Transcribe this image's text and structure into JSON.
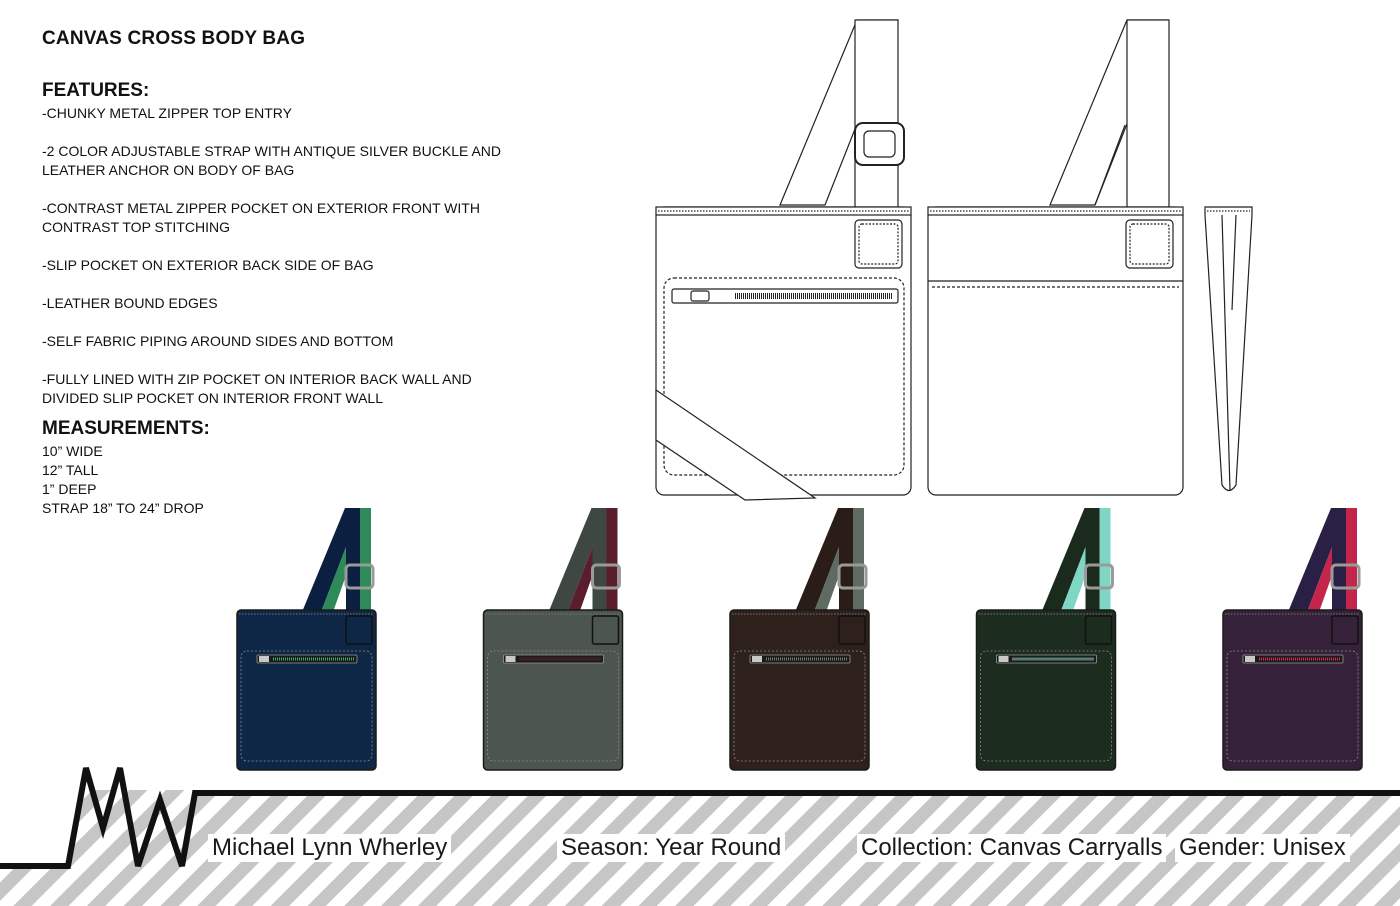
{
  "title": "CANVAS CROSS BODY BAG",
  "features": {
    "heading": "FEATURES:",
    "items": [
      "-CHUNKY METAL ZIPPER TOP ENTRY",
      "-2 COLOR ADJUSTABLE STRAP WITH ANTIQUE SILVER BUCKLE AND LEATHER ANCHOR ON BODY OF BAG",
      "-CONTRAST METAL ZIPPER POCKET ON EXTERIOR FRONT WITH CONTRAST TOP STITCHING",
      "-SLIP POCKET ON EXTERIOR BACK SIDE OF BAG",
      "-LEATHER BOUND EDGES",
      "-SELF FABRIC PIPING AROUND SIDES AND BOTTOM",
      "-FULLY LINED WITH ZIP POCKET ON INTERIOR BACK WALL AND DIVIDED SLIP POCKET ON INTERIOR FRONT WALL"
    ]
  },
  "measurements": {
    "heading": "MEASUREMENTS:",
    "items": [
      "10” WIDE",
      "12” TALL",
      "1” DEEP",
      "STRAP 18” TO 24” DROP"
    ]
  },
  "colorways": [
    {
      "body": "#0f2746",
      "strap_a": "#0b2040",
      "strap_b": "#2e8a58",
      "accent": "#3aa86c"
    },
    {
      "body": "#4d554f",
      "strap_a": "#3f4742",
      "strap_b": "#5a1d2c",
      "accent": "#6a2232"
    },
    {
      "body": "#2e211c",
      "strap_a": "#2a1d18",
      "strap_b": "#5f6a62",
      "accent": "#6b7770"
    },
    {
      "body": "#1c2c1f",
      "strap_a": "#1a2a1d",
      "strap_b": "#7fd6c4",
      "accent": "#8de0ce"
    },
    {
      "body": "#36213b",
      "strap_a": "#2a1f45",
      "strap_b": "#c4254a",
      "accent": "#d8284f"
    }
  ],
  "footer": {
    "logo": "MW",
    "designer": "Michael Lynn Wherley",
    "season": "Season: Year Round",
    "collection": "Collection: Canvas Carryalls",
    "gender": "Gender: Unisex"
  }
}
